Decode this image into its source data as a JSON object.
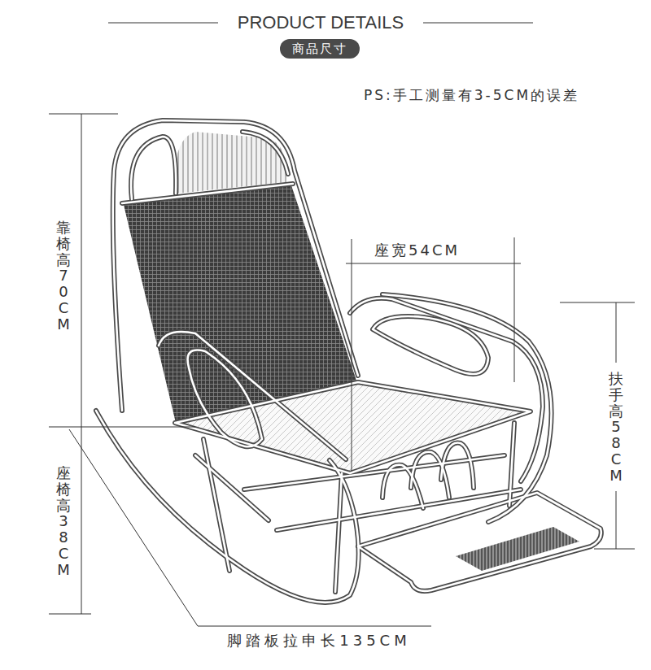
{
  "diagram": {
    "title": "PRODUCT DETAILS",
    "nodes": [
      {
        "text": [
          "商品尺寸"
        ]
      }
    ],
    "labels": [
      "PS:手工测量有3-5CM的误差",
      "靠椅高70CM",
      "座宽54CM",
      "扶手高58CM",
      "座椅高38CM",
      "脚踏板拉申长135CM"
    ]
  }
}
